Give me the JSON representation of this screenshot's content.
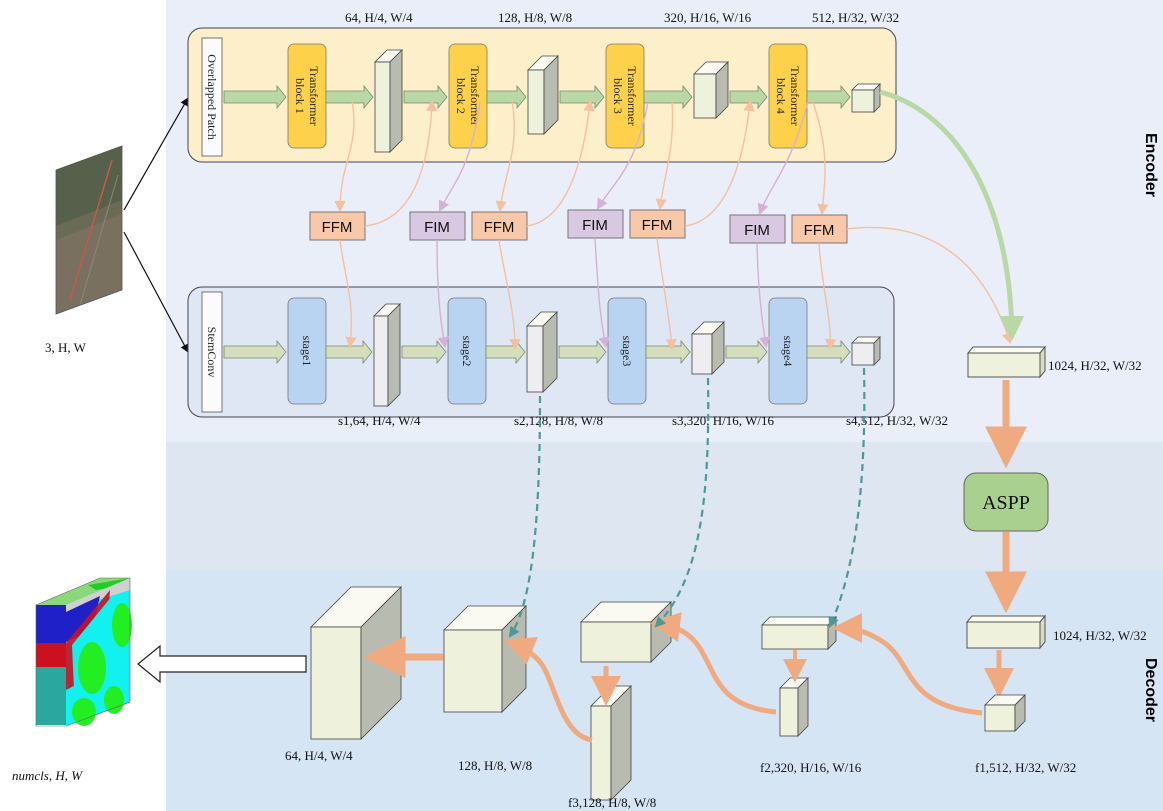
{
  "sections": {
    "encoder": "Encoder",
    "decoder": "Decoder"
  },
  "input": {
    "label": "3, H, W"
  },
  "output": {
    "label": "numcls, H, W"
  },
  "transformer_branch": {
    "patch_label": "Overlapped Patch",
    "blocks": [
      "Transformer block 1",
      "Transformer block 2",
      "Transformer block 3",
      "Transformer block 4"
    ],
    "shapes": [
      "64, H/4, W/4",
      "128, H/8, W/8",
      "320, H/16, W/16",
      "512, H/32, W/32"
    ]
  },
  "fusion_modules": {
    "ffm": "FFM",
    "fim": "FIM"
  },
  "cnn_branch": {
    "stem_label": "StemConv",
    "stages": [
      "stage1",
      "stage2",
      "stage3",
      "stage4"
    ],
    "shapes": [
      "s1,64, H/4, W/4",
      "s2,128, H/8, W/8",
      "s3,320, H/16, W/16",
      "s4,512, H/32, W/32"
    ]
  },
  "bottleneck": {
    "fused_shape": "1024, H/32, W/32",
    "aspp_label": "ASPP",
    "aspp_out_shape": "1024, H/32, W/32"
  },
  "decoder": {
    "features": [
      "f1,512, H/32, W/32",
      "f2,320, H/16, W/16",
      "f3,128, H/8, W/8"
    ],
    "outputs": [
      "128, H/8, W/8",
      "64, H/4, W/4"
    ]
  },
  "colors": {
    "encoder_bg": "#e9eef8",
    "middle_bg": "#dde6f1",
    "decoder_bg": "#d6e5f4",
    "transformer_panel": "#fdefc9",
    "cnn_panel": "#dfe7f4",
    "transformer_block": "#fdd24a",
    "stage_block": "#b8d4f0",
    "ffm": "#f8c8a8",
    "fim": "#d8c8e2",
    "aspp": "#a9d08e",
    "green_arrow": "#b8d8a6",
    "orange_arrow": "#f0aa80",
    "dashed": "#4e9898"
  }
}
